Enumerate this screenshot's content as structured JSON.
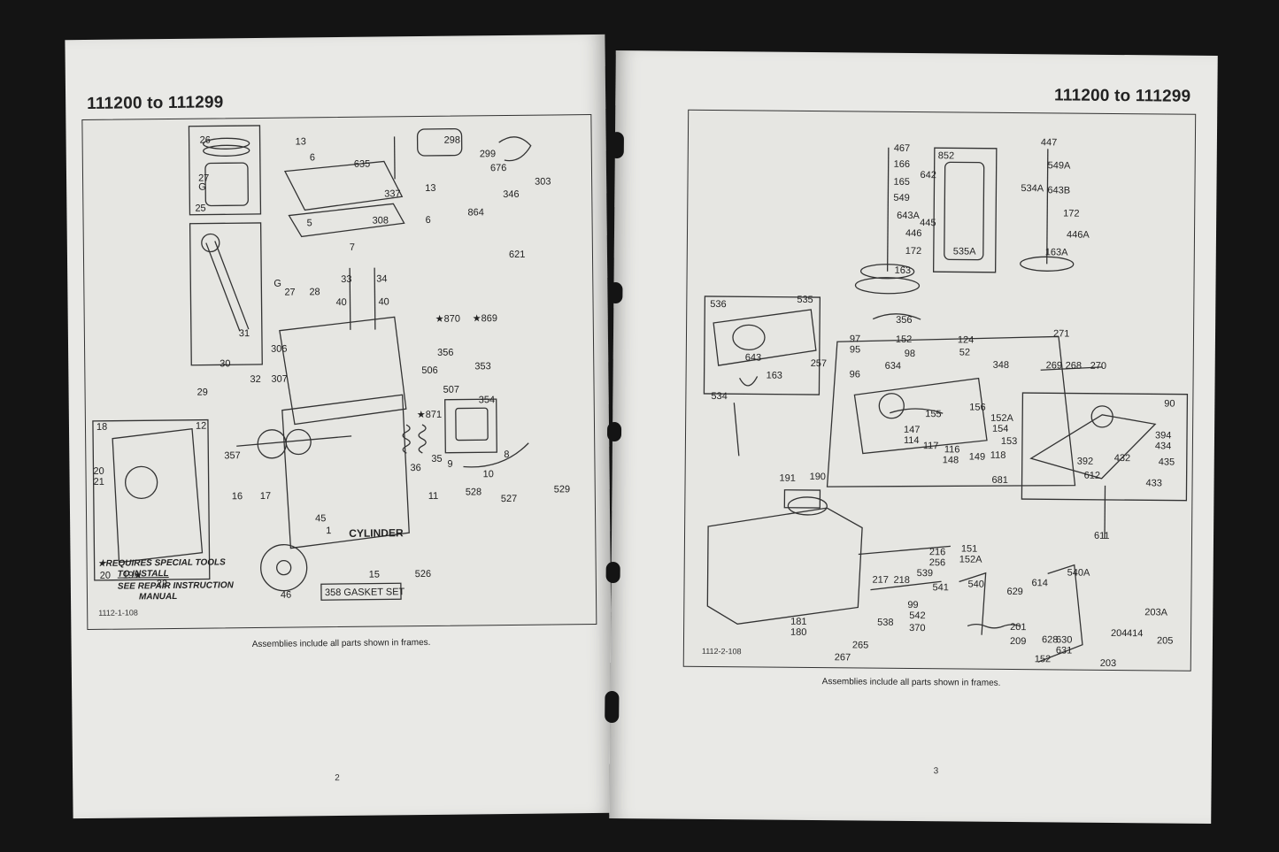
{
  "left_page": {
    "range_title": "111200 to 111299",
    "caption": "Assemblies include all parts shown in frames.",
    "page_number": "2",
    "drawing_code": "1112-1-108",
    "note_line1": "★REQUIRES SPECIAL TOOLS",
    "note_line2": "TO INSTALL",
    "note_line3": "SEE REPAIR INSTRUCTION",
    "note_line4": "MANUAL",
    "cylinder_label": "CYLINDER",
    "gasket_set_label": "358 GASKET SET",
    "part_numbers": [
      "26",
      "27",
      "25",
      "13",
      "6",
      "635",
      "337",
      "298",
      "299",
      "676",
      "346",
      "303",
      "5",
      "308",
      "7",
      "13",
      "6",
      "864",
      "621",
      "G",
      "27",
      "28",
      "33",
      "34",
      "40",
      "40",
      "31",
      "30",
      "32",
      "29",
      "306",
      "307",
      "★870",
      "★869",
      "356",
      "506",
      "353",
      "507",
      "354",
      "18",
      "12",
      "20",
      "21",
      "357",
      "16",
      "17",
      "★871",
      "36",
      "35",
      "9",
      "8",
      "10",
      "11",
      "528",
      "527",
      "529",
      "45",
      "1",
      "15",
      "526",
      "46",
      "20",
      "19★",
      "22"
    ]
  },
  "right_page": {
    "range_title": "111200 to 111299",
    "caption": "Assemblies include all parts shown in frames.",
    "page_number": "3",
    "drawing_code": "1112-2-108",
    "part_numbers": [
      "467",
      "166",
      "165",
      "549",
      "643A",
      "446",
      "172",
      "163",
      "852",
      "642",
      "445",
      "535A",
      "447",
      "549A",
      "534A",
      "643B",
      "172",
      "446A",
      "163A",
      "536",
      "535",
      "643",
      "163",
      "534",
      "356",
      "271",
      "97",
      "95",
      "96",
      "152",
      "98",
      "634",
      "124",
      "52",
      "257",
      "348",
      "269",
      "268",
      "270",
      "155",
      "156",
      "152A",
      "154",
      "147",
      "114",
      "117",
      "116",
      "148",
      "149",
      "118",
      "153",
      "681",
      "90",
      "394",
      "434",
      "392",
      "432",
      "435",
      "612",
      "433",
      "611",
      "191",
      "190",
      "216",
      "256",
      "151",
      "152A",
      "539",
      "217",
      "218",
      "541",
      "540",
      "629",
      "614",
      "540A",
      "203A",
      "99",
      "542",
      "370",
      "538",
      "181",
      "180",
      "201",
      "209",
      "628",
      "630",
      "631",
      "204",
      "414",
      "205",
      "152",
      "203",
      "265",
      "267"
    ]
  }
}
